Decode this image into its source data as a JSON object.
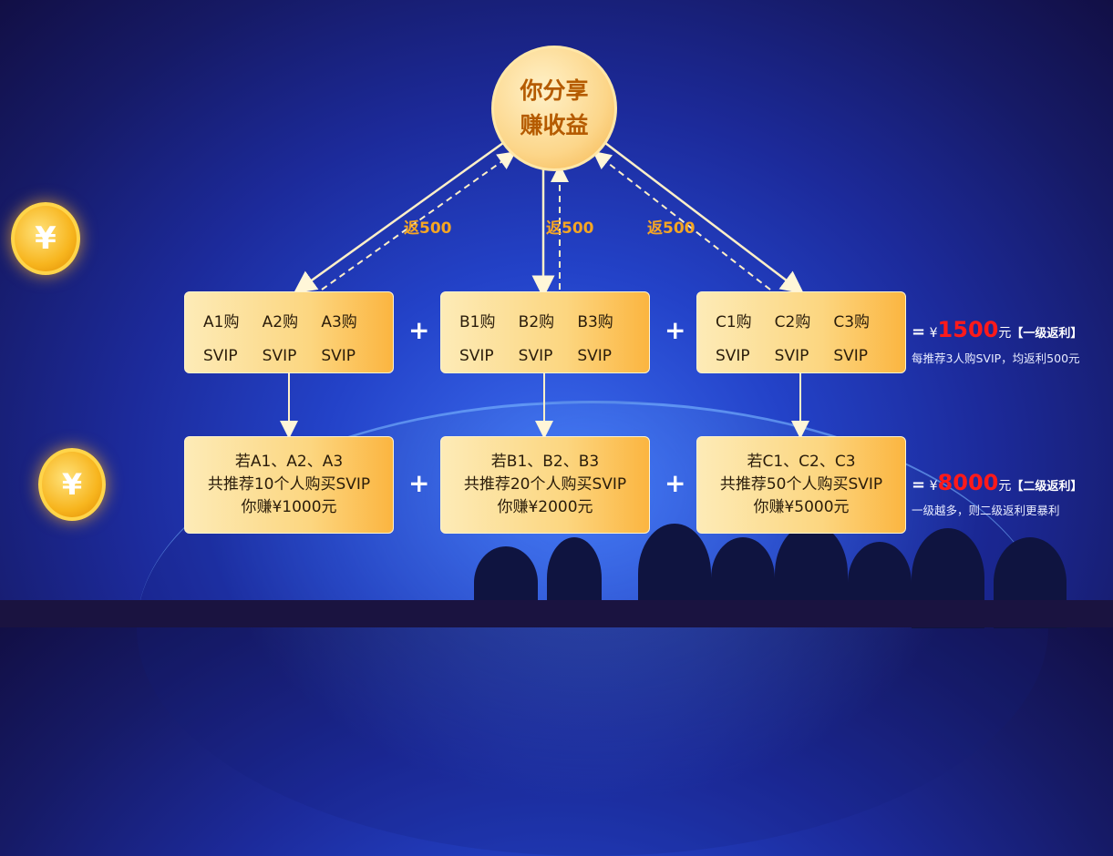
{
  "center": {
    "line1": "你分享",
    "line2": "赚收益"
  },
  "return_labels": [
    "返500",
    "返500",
    "返500"
  ],
  "level1": [
    {
      "items": [
        {
          "a": "A1购",
          "b": "SVIP"
        },
        {
          "a": "A2购",
          "b": "SVIP"
        },
        {
          "a": "A3购",
          "b": "SVIP"
        }
      ]
    },
    {
      "items": [
        {
          "a": "B1购",
          "b": "SVIP"
        },
        {
          "a": "B2购",
          "b": "SVIP"
        },
        {
          "a": "B3购",
          "b": "SVIP"
        }
      ]
    },
    {
      "items": [
        {
          "a": "C1购",
          "b": "SVIP"
        },
        {
          "a": "C2购",
          "b": "SVIP"
        },
        {
          "a": "C3购",
          "b": "SVIP"
        }
      ]
    }
  ],
  "level2": [
    {
      "l1": "若A1、A2、A3",
      "l2": "共推荐10个人购买SVIP",
      "l3": "你赚¥1000元"
    },
    {
      "l1": "若B1、B2、B3",
      "l2": "共推荐20个人购买SVIP",
      "l3": "你赚¥2000元"
    },
    {
      "l1": "若C1、C2、C3",
      "l2": "共推荐50个人购买SVIP",
      "l3": "你赚¥5000元"
    }
  ],
  "plus": "+",
  "summary1": {
    "eq": "=",
    "yen": "¥",
    "amount": "1500",
    "unit": "元",
    "tag": "【一级返利】",
    "note": "每推荐3人购SVIP，均返利500元"
  },
  "summary2": {
    "eq": "=",
    "yen": "¥",
    "amount": "8000",
    "unit": "元",
    "tag": "【二级返利】",
    "note": "一级越多，则二级返利更暴利"
  },
  "coin_symbol": "¥"
}
